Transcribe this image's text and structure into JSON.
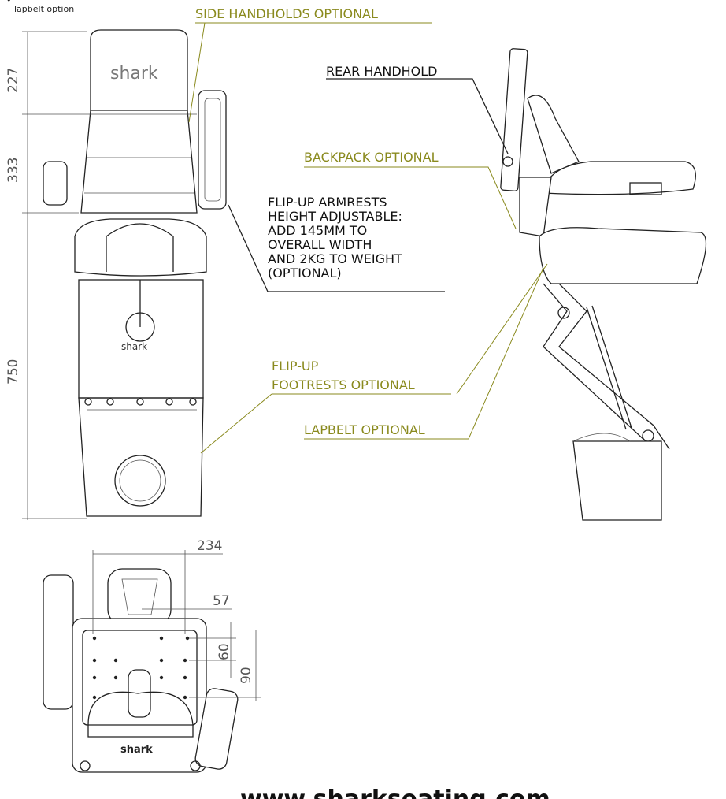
{
  "notes": {
    "bullet": "•",
    "item": "lapbelt option"
  },
  "dimensions": {
    "front_top": "227",
    "front_mid": "333",
    "front_total": "750",
    "plan_width": "234",
    "plan_offset": "57",
    "plan_h1": "60",
    "plan_h2": "90"
  },
  "callouts": {
    "side_handholds": "SIDE HANDHOLDS OPTIONAL",
    "rear_handhold": "REAR HANDHOLD",
    "backpack": "BACKPACK OPTIONAL",
    "armrests": [
      "FLIP-UP ARMRESTS",
      "HEIGHT ADJUSTABLE:",
      "ADD 145MM TO",
      "OVERALL WIDTH",
      "AND 2KG TO WEIGHT",
      "(OPTIONAL)"
    ],
    "footrests": [
      "FLIP-UP",
      "FOOTRESTS OPTIONAL"
    ],
    "lapbelt": "LAPBELT OPTIONAL"
  },
  "logo": "shark",
  "website": "www.sharkseating.com",
  "colors": {
    "callout": "#8a8a1e",
    "line": "#222222"
  }
}
